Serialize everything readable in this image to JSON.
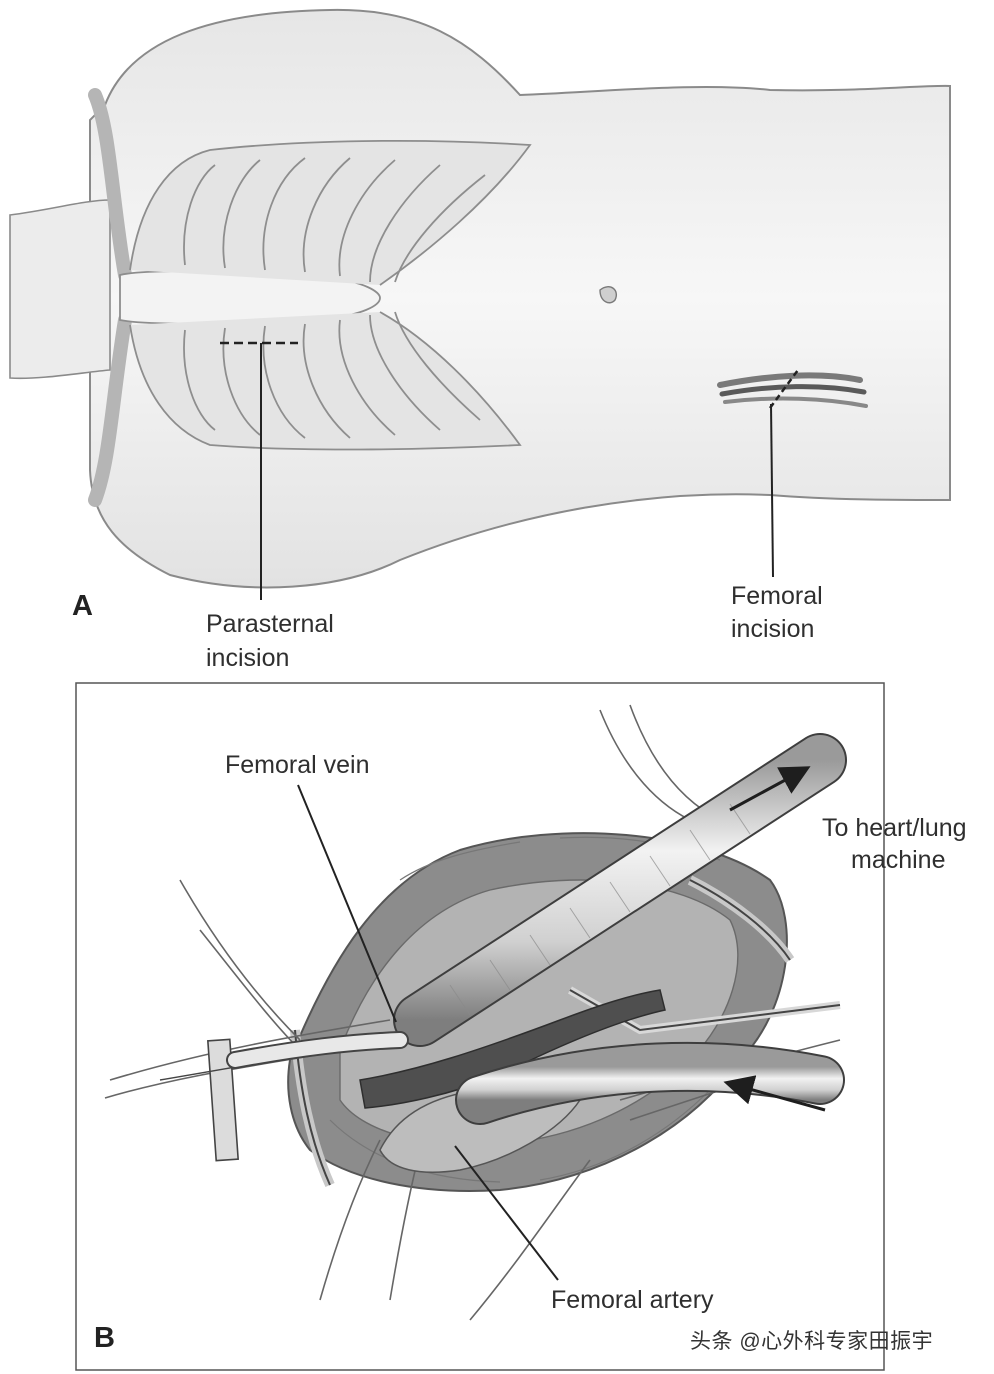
{
  "panel_a": {
    "letter": "A",
    "parasternal_label": [
      "Parasternal",
      "incision"
    ],
    "femoral_label": [
      "Femoral",
      "incision"
    ]
  },
  "panel_b": {
    "letter": "B",
    "femoral_vein_label": "Femoral vein",
    "femoral_artery_label": "Femoral artery",
    "machine_label": [
      "To heart/lung",
      "machine"
    ]
  },
  "watermark": "头条 @心外科专家田振宇",
  "colors": {
    "line": "#2b2b2b",
    "skin": "#efefef",
    "shade": "#d2d2d2",
    "vessel": "#6a6a6a"
  }
}
